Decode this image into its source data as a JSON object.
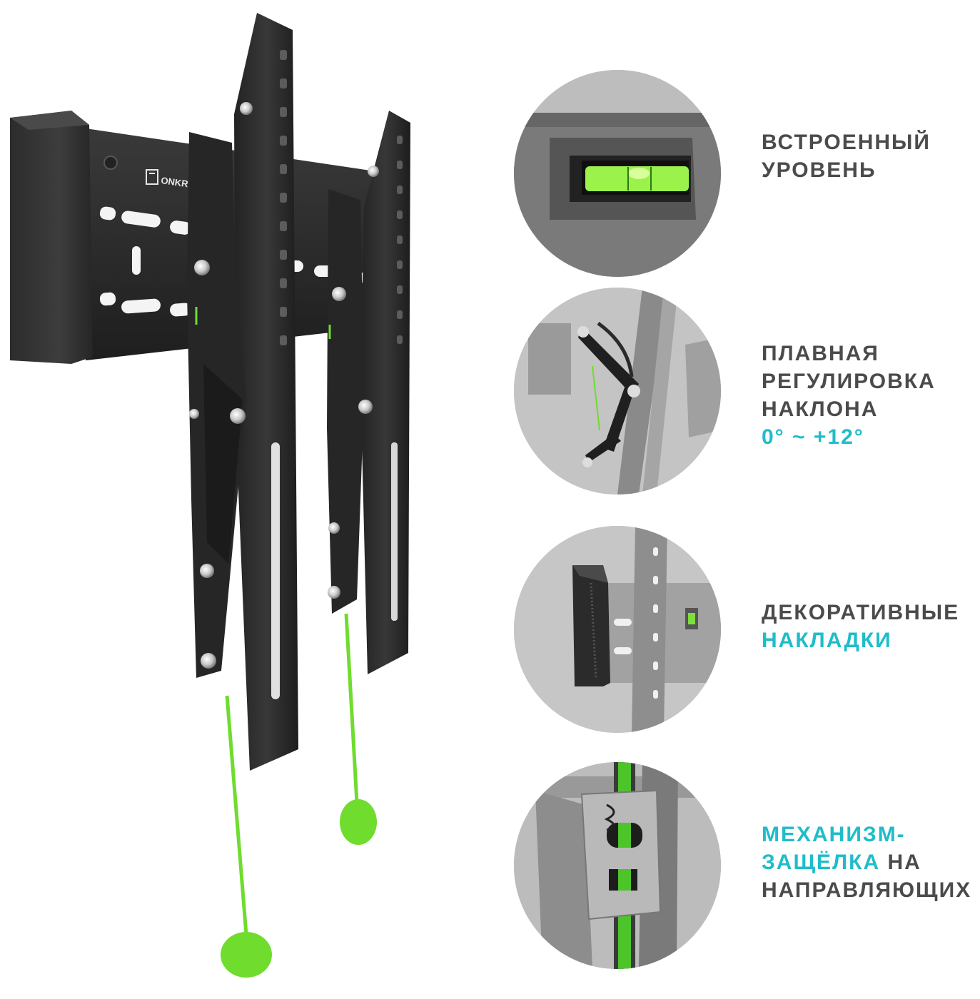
{
  "brand": {
    "logo_text": "ONKRON"
  },
  "colors": {
    "accent": "#1fbdc9",
    "text": "#4b4b4b",
    "bracket": "#2a2a2a",
    "lime": "#6fdc2e",
    "circle_bg": "#b5b5b5"
  },
  "features": [
    {
      "icon": "bubble-level-icon",
      "lines": [
        "ВСТРОЕННЫЙ",
        "УРОВЕНЬ"
      ]
    },
    {
      "icon": "tilt-hinge-icon",
      "lines": [
        "ПЛАВНАЯ",
        "РЕГУЛИРОВКА",
        "НАКЛОНА"
      ],
      "accent_line": "0° ~ +12°"
    },
    {
      "icon": "decorative-cover-icon",
      "lines": [
        "ДЕКОРАТИВНЫЕ"
      ],
      "accent_line": "НАКЛАДКИ"
    },
    {
      "icon": "latch-mechanism-icon",
      "accent_line": "МЕХАНИЗМ-",
      "accent_word": "ЗАЩЁЛКА",
      "plain_word": " НА",
      "lines": [
        "НАПРАВЛЯЮЩИХ"
      ]
    }
  ]
}
